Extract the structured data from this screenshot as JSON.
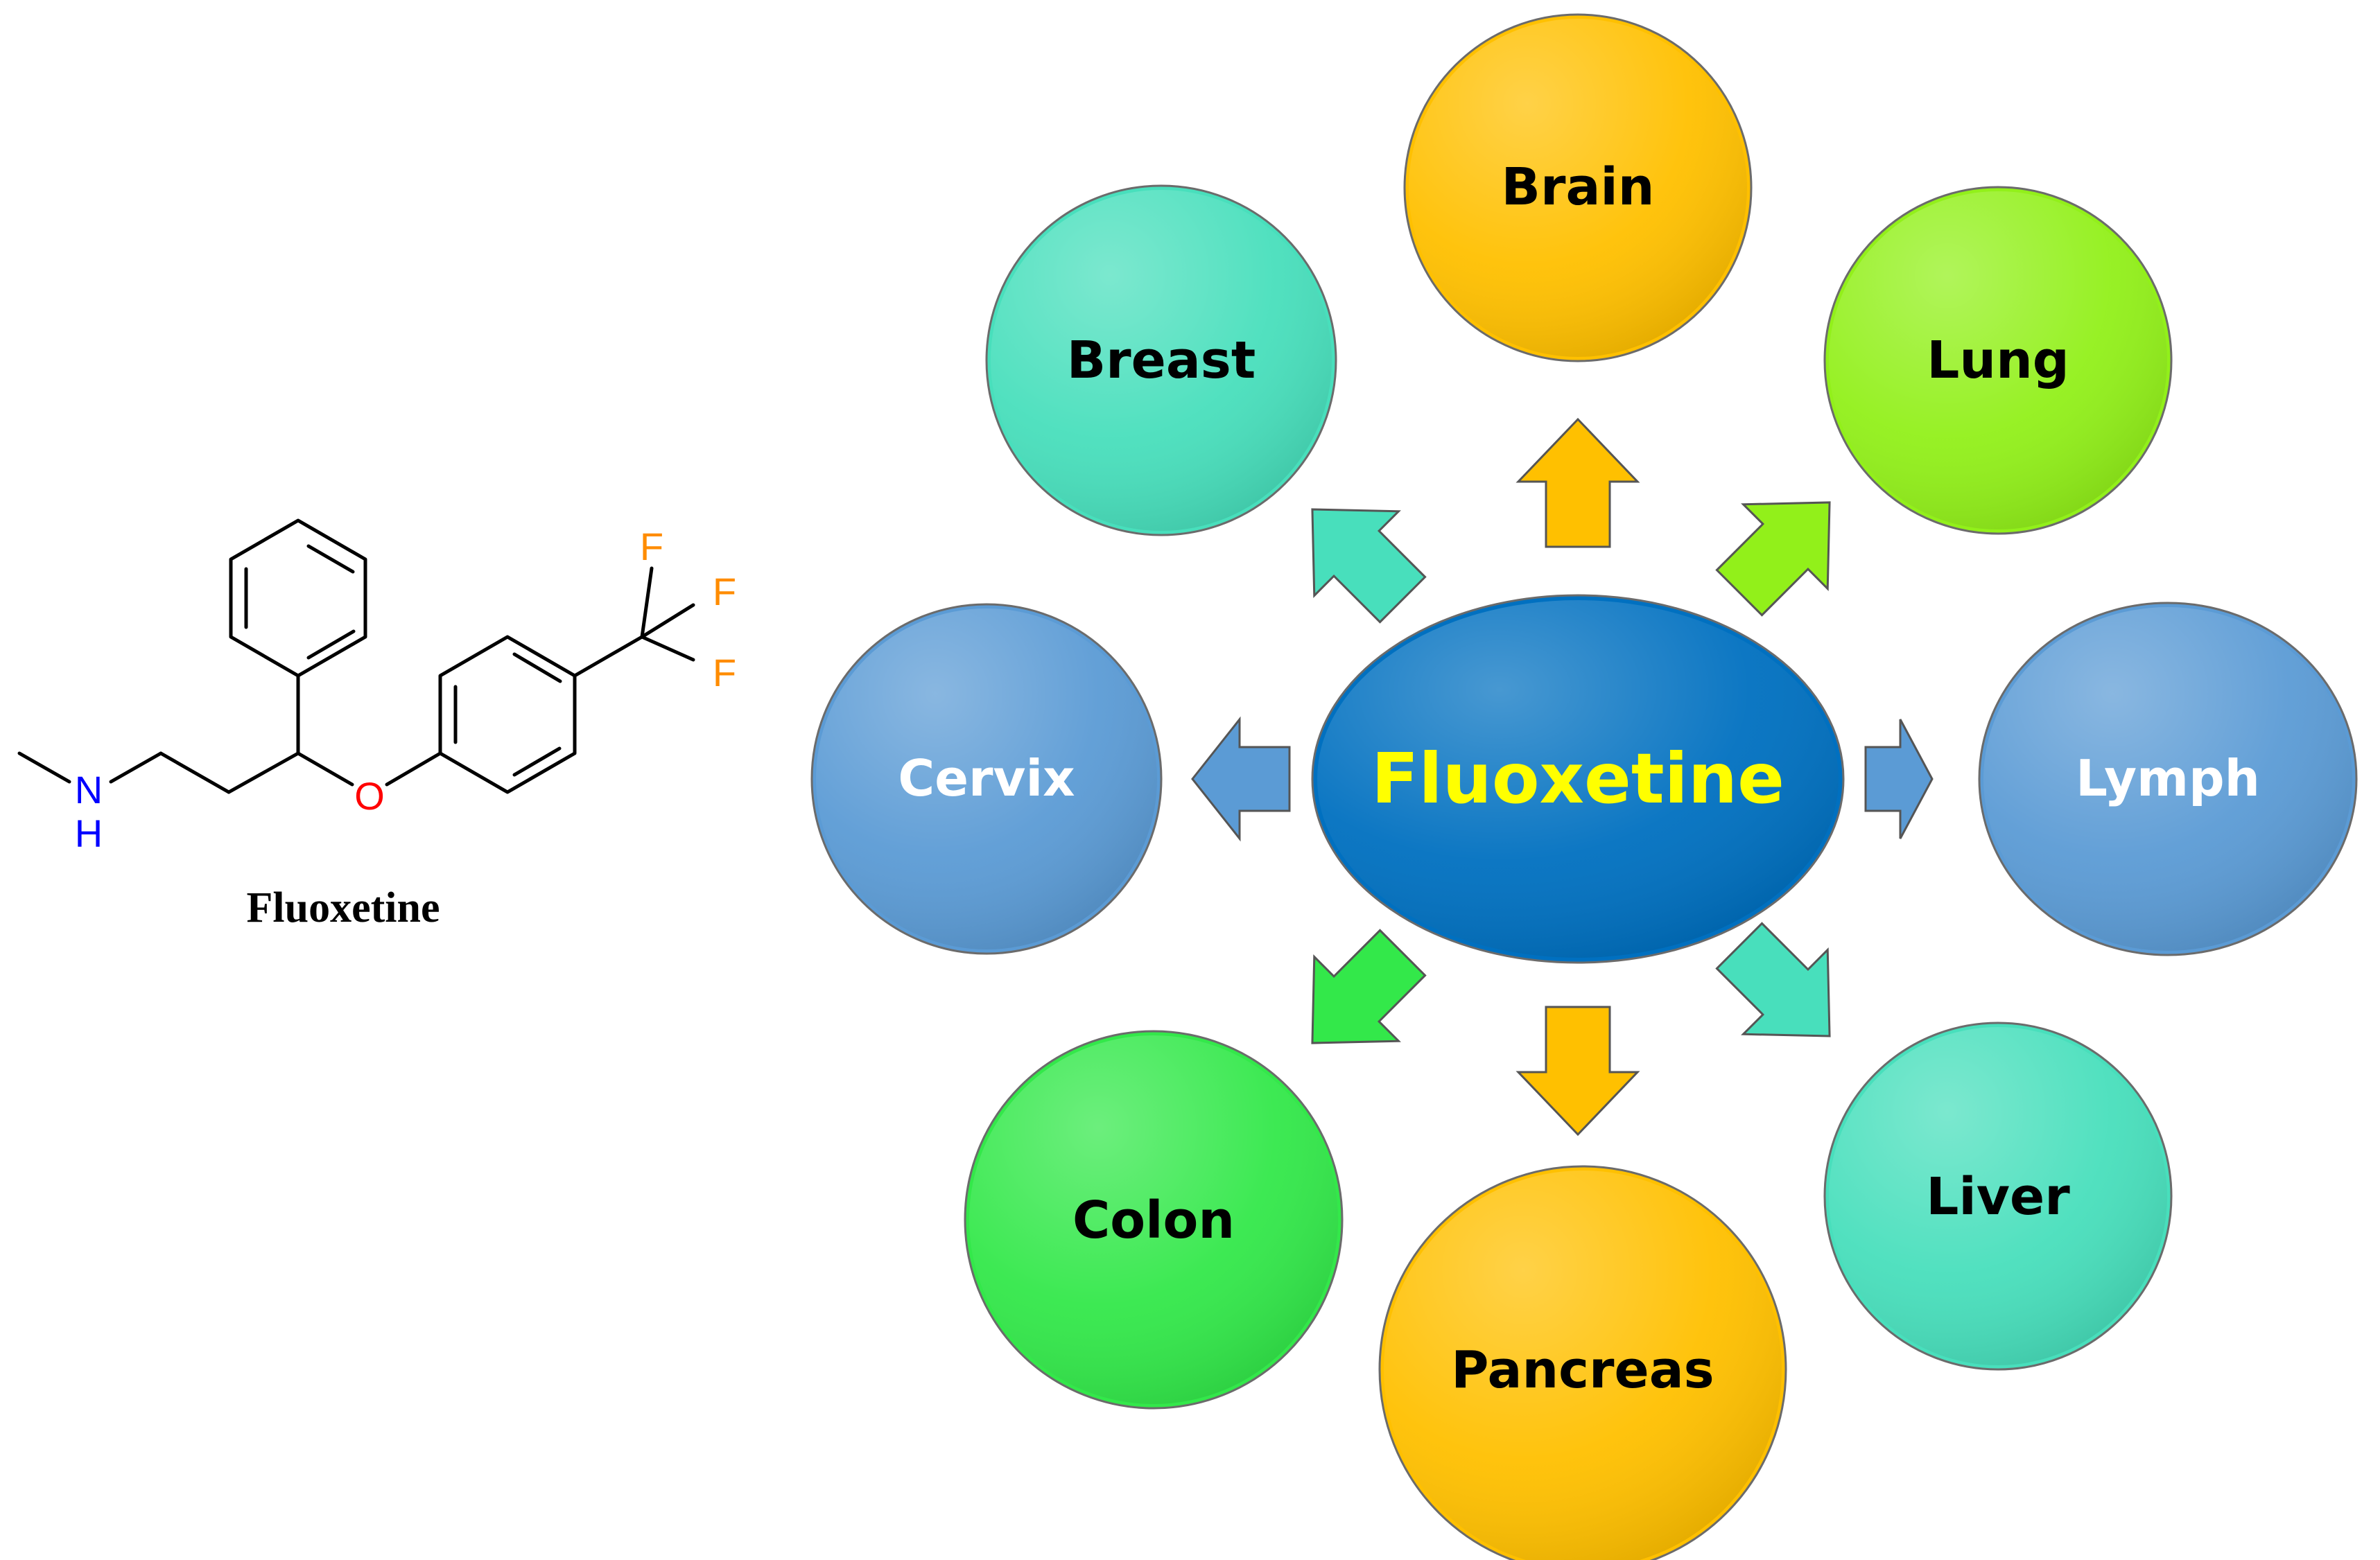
{
  "molecule": {
    "caption": "Fluoxetine",
    "atoms": {
      "nitrogen": "N",
      "hydrogen": "H",
      "oxygen": "O",
      "fluorine_1": "F",
      "fluorine_2": "F",
      "fluorine_3": "F"
    },
    "colors": {
      "bond": "#000000",
      "nitrogen": "#0000ff",
      "oxygen": "#ff0000",
      "fluorine": "#ff8c00"
    }
  },
  "center": {
    "label": "Fluoxetine",
    "color": "#0070c0",
    "text_color": "#ffff00"
  },
  "targets": {
    "brain": {
      "label": "Brain",
      "color": "#ffc000",
      "text_color": "#000000"
    },
    "lung": {
      "label": "Lung",
      "color": "#92f01a",
      "text_color": "#000000"
    },
    "lymph": {
      "label": "Lymph",
      "color": "#5b9bd5",
      "text_color": "#ffffff"
    },
    "liver": {
      "label": "Liver",
      "color": "#48dfbc",
      "text_color": "#000000"
    },
    "pancreas": {
      "label": "Pancreas",
      "color": "#ffc000",
      "text_color": "#000000"
    },
    "colon": {
      "label": "Colon",
      "color": "#33e84a",
      "text_color": "#000000"
    },
    "cervix": {
      "label": "Cervix",
      "color": "#5b9bd5",
      "text_color": "#ffffff"
    },
    "breast": {
      "label": "Breast",
      "color": "#48dfbc",
      "text_color": "#000000"
    }
  }
}
